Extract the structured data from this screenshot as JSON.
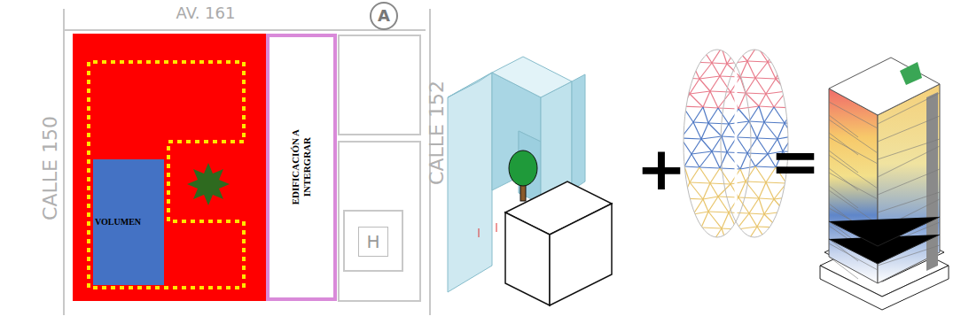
{
  "diagram": {
    "nodes": [
      {
        "text": [
          "A"
        ]
      },
      {
        "text": [
          "VOLUMEN"
        ]
      },
      {
        "text": [
          "EDIFICACIÓN A INTERGRAR"
        ]
      },
      {
        "text": [
          "H"
        ]
      }
    ],
    "labels": [
      "AV. 161",
      "CALLE 150",
      "CALLE 152",
      "+",
      "="
    ]
  }
}
